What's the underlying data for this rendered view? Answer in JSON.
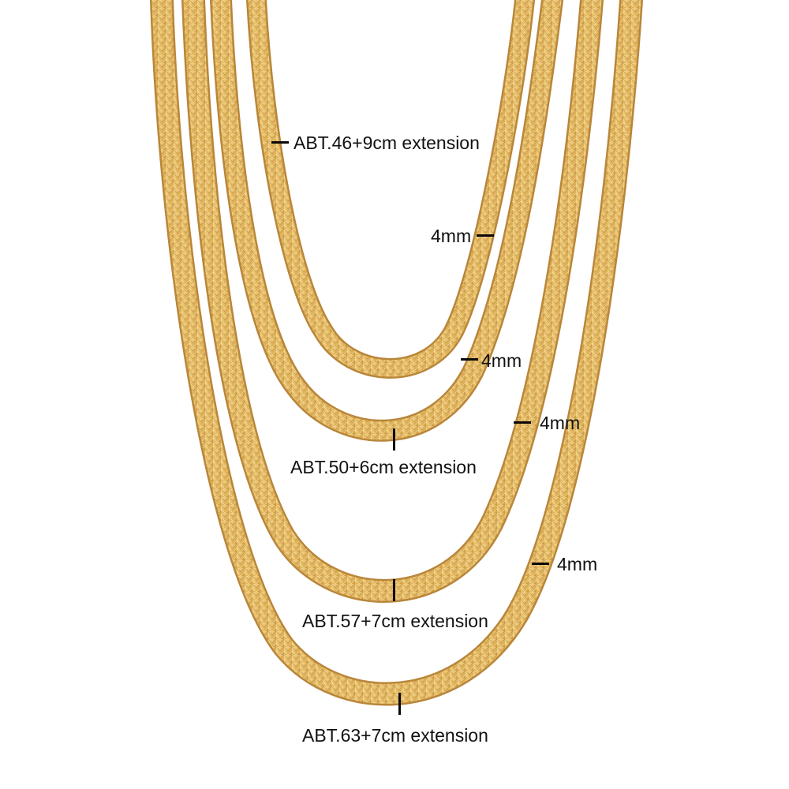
{
  "photo": {
    "subject": "gold herringbone chain necklaces",
    "colors": {
      "gold_light": "#f4d58c",
      "gold_mid": "#e3b55a",
      "gold_dark": "#b9863a",
      "marker": "#0a0a0a"
    }
  },
  "annotations": {
    "length_46": "ABT.46+9cm extension",
    "width_1": "4mm",
    "width_2": "4mm",
    "length_50": "ABT.50+6cm extension",
    "width_3": "4mm",
    "width_4": "4mm",
    "length_57": "ABT.57+7cm extension",
    "length_63": "ABT.63+7cm extension"
  }
}
